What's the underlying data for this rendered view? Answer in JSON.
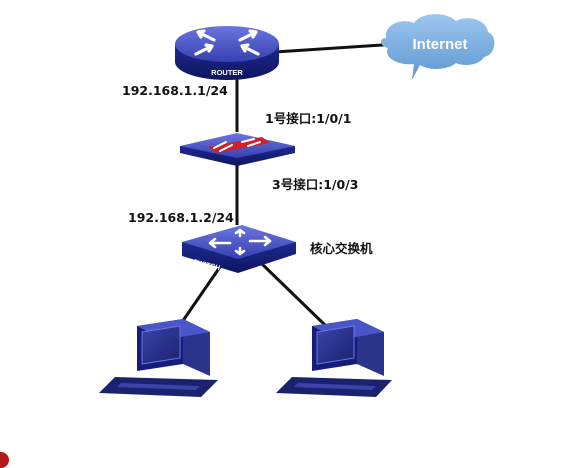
{
  "cloud": {
    "label": "Internet"
  },
  "router": {
    "label": "ROUTER",
    "ip": "192.168.1.1/24"
  },
  "firewall": {
    "port_upper": "1号接口:1/0/1",
    "port_lower": "3号接口:1/0/3"
  },
  "switch": {
    "label": "SWITCH",
    "ip": "192.168.1.2/24",
    "name": "核心交换机"
  },
  "icons": {
    "router": "router-icon",
    "firewall": "firewall-icon",
    "switch": "switch-icon",
    "cloud": "cloud-icon",
    "pc": "desktop-computer-icon"
  },
  "colors": {
    "device_top": "#4a55c8",
    "device_side": "#141d7a",
    "cloud": "#7fb2e2",
    "link": "#111111",
    "firewall_band": "#d0202a"
  }
}
